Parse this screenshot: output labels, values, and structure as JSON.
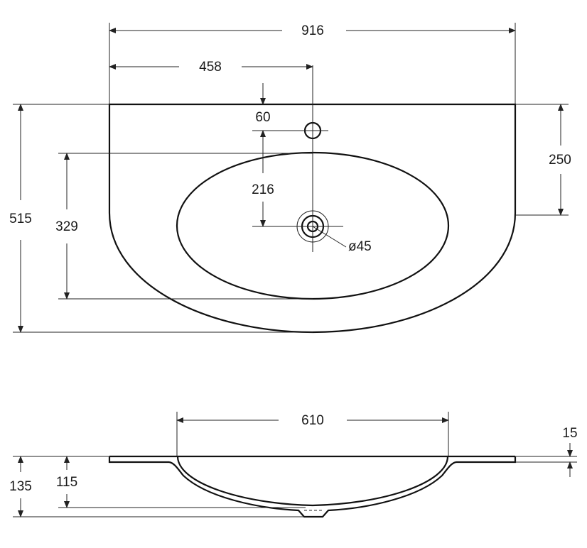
{
  "top_view": {
    "overall_width": "916",
    "half_width": "458",
    "tap_hole_offset": "60",
    "tap_to_drain": "216",
    "side_height": "250",
    "overall_depth": "515",
    "bowl_depth": "329",
    "drain_diameter": "ø45"
  },
  "side_view": {
    "bowl_width": "610",
    "rim_thickness": "15",
    "overall_height": "135",
    "bowl_height": "115"
  },
  "colors": {
    "line": "#111111",
    "dimension": "#222222",
    "background": "#ffffff"
  }
}
